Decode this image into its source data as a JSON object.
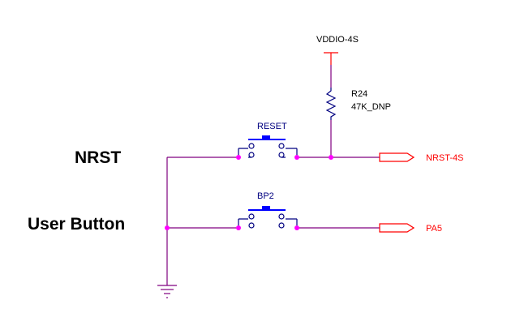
{
  "labels": {
    "nrst": "NRST",
    "user_button": "User Button"
  },
  "power": {
    "name": "VDDIO-4S"
  },
  "resistor": {
    "ref": "R24",
    "value": "47K_DNP"
  },
  "switches": {
    "reset": "RESET",
    "bp2": "BP2"
  },
  "ports": {
    "nrst_out": "NRST-4S",
    "pa5": "PA5"
  },
  "colors": {
    "wire": "#800080",
    "junction": "#ff00ff",
    "component": "#000080",
    "switch_cap": "#0000ff",
    "net_label": "#ff0000"
  }
}
